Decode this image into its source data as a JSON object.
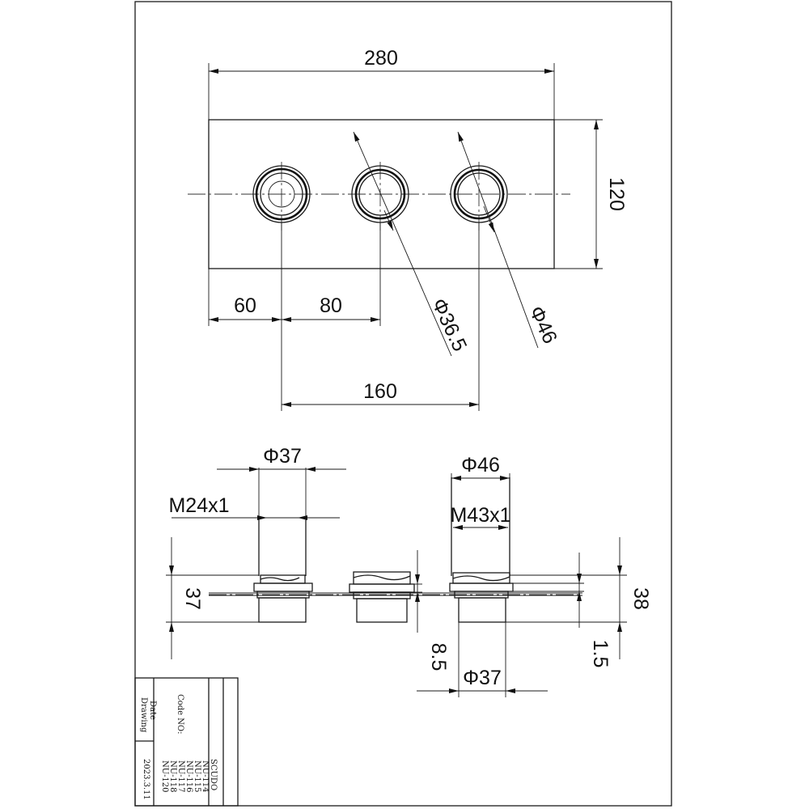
{
  "front_view": {
    "width": "280",
    "height": "120",
    "offset_left": "60",
    "spacing": "80",
    "span": "160",
    "inner_diameter": "Φ36.5",
    "outer_diameter": "Φ46"
  },
  "side_view": {
    "left_diameter": "Φ37",
    "left_thread": "M24x1",
    "left_height": "37",
    "right_diameter": "Φ46",
    "right_thread": "M43x1",
    "right_height": "38",
    "step_left": "8.5",
    "bottom_diameter": "Φ37",
    "step_right": "1.5"
  },
  "title_block": {
    "drawing_label": "Drawing",
    "date_label": "Date",
    "code_label": "Code NO:",
    "product": "SCUDO",
    "codes": [
      "NU-114",
      "NU-115",
      "NU-116",
      "NU-117",
      "NU-118",
      "NU-120"
    ],
    "date": "2023.3.11"
  }
}
